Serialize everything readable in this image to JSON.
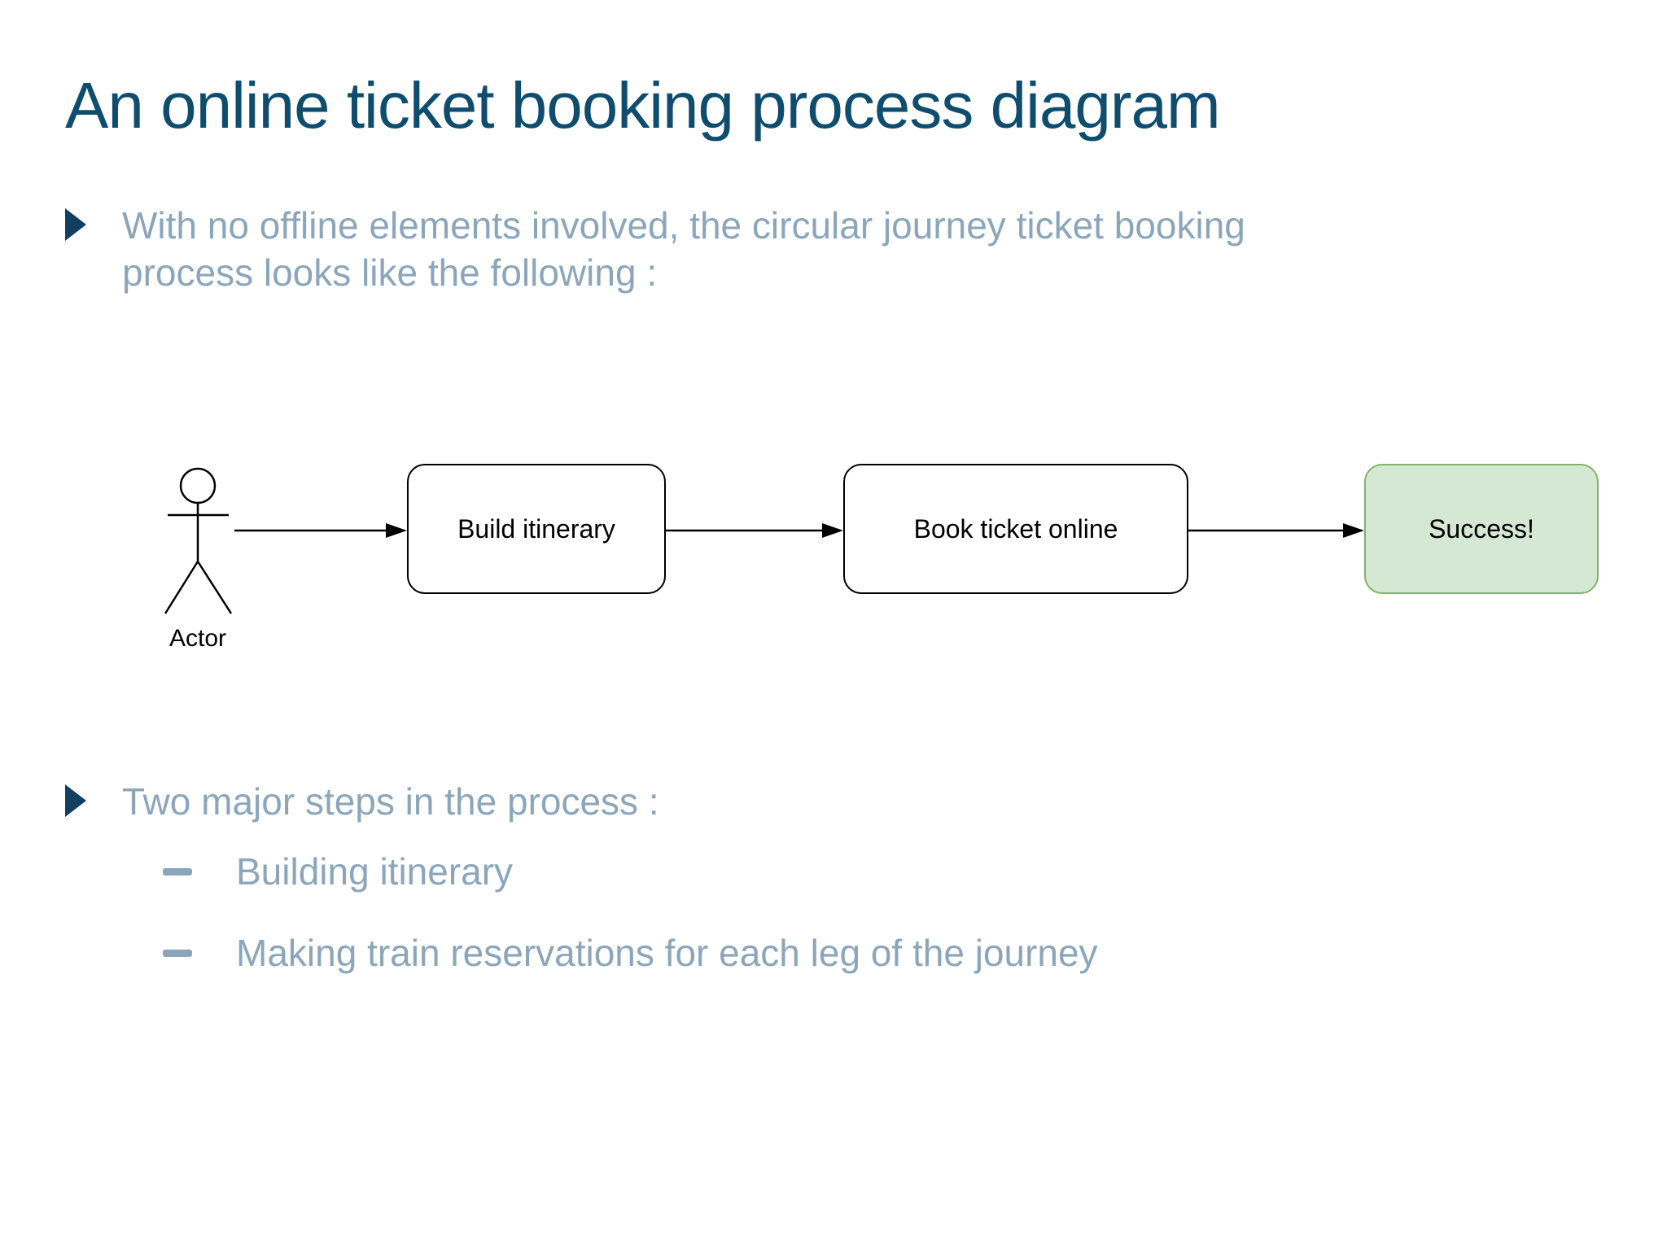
{
  "slide": {
    "title": "An online ticket booking process diagram",
    "bullet1": {
      "line1": "With no offline elements involved, the circular journey ticket booking",
      "line2": "process looks like the following :"
    },
    "bullet2": {
      "text": "Two major steps in the process :",
      "sub_items": [
        "Building itinerary",
        "Making train reservations for each leg of the journey"
      ]
    }
  },
  "diagram": {
    "actor_label": "Actor",
    "nodes": [
      {
        "id": "build-itinerary",
        "label": "Build itinerary",
        "fill": "#ffffff",
        "border": "#000000"
      },
      {
        "id": "book-ticket-online",
        "label": "Book ticket online",
        "fill": "#ffffff",
        "border": "#000000"
      },
      {
        "id": "success",
        "label": "Success!",
        "fill": "#d5e8d4",
        "border": "#82b366"
      }
    ],
    "edges": [
      {
        "from": "actor",
        "to": "build-itinerary"
      },
      {
        "from": "build-itinerary",
        "to": "book-ticket-online"
      },
      {
        "from": "book-ticket-online",
        "to": "success"
      }
    ]
  },
  "icons": {
    "bullet_marker": "triangle-right-icon",
    "sub_bullet_marker": "dash-icon",
    "actor": "stick-figure-icon"
  },
  "colors": {
    "title_text": "#0e4d6e",
    "body_text": "#8ba6ba",
    "bullet_marker": "#123f61",
    "diagram_stroke": "#000000",
    "success_fill": "#d5e8d4",
    "success_border": "#82b366",
    "background": "#ffffff"
  }
}
